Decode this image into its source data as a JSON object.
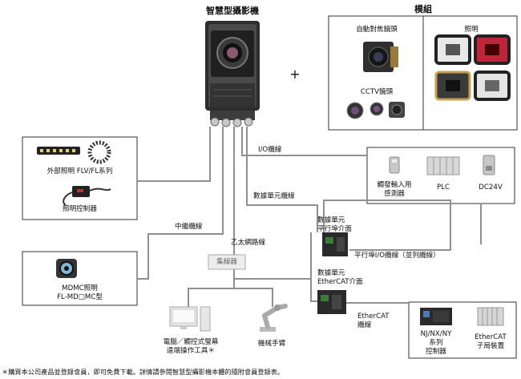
{
  "camera": {
    "title": "智慧型攝影機"
  },
  "plus_sign": "+",
  "modules": {
    "title": "模組",
    "autofocus_lens": "自動對焦鏡頭",
    "cctv_lens": "CCTV鏡頭",
    "lighting": "照明"
  },
  "external_light": {
    "label_lines": [
      "外部照明 FLV/FL系列"
    ],
    "controller_label": "照明控制器"
  },
  "mdmc": {
    "label_lines": [
      "MDMC照明",
      "FL-MD□MC型"
    ]
  },
  "io_group": {
    "trigger_sensor_lines": [
      "觸發輸入用",
      "感測器"
    ],
    "plc": "PLC",
    "dc24v": "DC24V"
  },
  "cables": {
    "io": "I/O纜線",
    "data_unit": "數據單元纜線",
    "relay": "中繼纜線",
    "ethernet": "乙太網路線",
    "parallel": "平行埠I/O纜線（並列纜線）",
    "ethercat": [
      "EtherCAT",
      "纜線"
    ]
  },
  "data_unit_parallel": [
    "數據單元",
    "平行埠介面"
  ],
  "data_unit_ethercat": [
    "數據單元",
    "EtherCAT介面"
  ],
  "hub": "集線器",
  "pc": [
    "電腦／觸控式螢幕",
    "遠端操作工具＊"
  ],
  "robot": "機械手臂",
  "controllers": {
    "nj_lines": [
      "NJ/NX/NY",
      "系列",
      "控制器"
    ],
    "slave_lines": [
      "EtherCAT",
      "子局裝置"
    ]
  },
  "footnote": "＊購買本公司產品並登錄會員，即可免費下載。詳情請參閱智慧型攝影機本體的隨附會員登錄表。"
}
